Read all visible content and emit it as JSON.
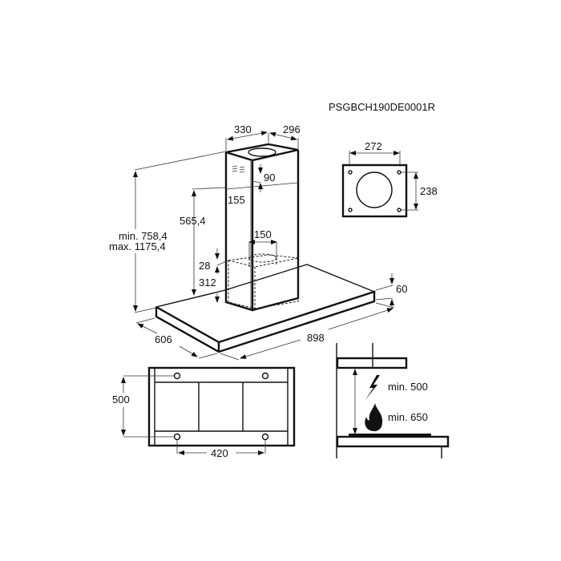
{
  "model_code": "PSGBCH190DE0001R",
  "hood_dimensions": {
    "chimney_width": "330",
    "chimney_depth": "296",
    "vent_offset": "90",
    "vent_height": "155",
    "chimney_lower": "565,4",
    "height_min": "min. 758,4",
    "height_max": "max. 1175,4",
    "outlet_diameter": "150",
    "outlet_offset": "28",
    "box_height": "312",
    "canopy_thickness": "60",
    "canopy_depth": "606",
    "canopy_width": "898"
  },
  "mounting_plate": {
    "width": "272",
    "height": "238"
  },
  "bottom_view": {
    "depth": "500",
    "hole_spacing": "420"
  },
  "clearance": {
    "electric": "min. 500",
    "gas": "min. 650"
  }
}
